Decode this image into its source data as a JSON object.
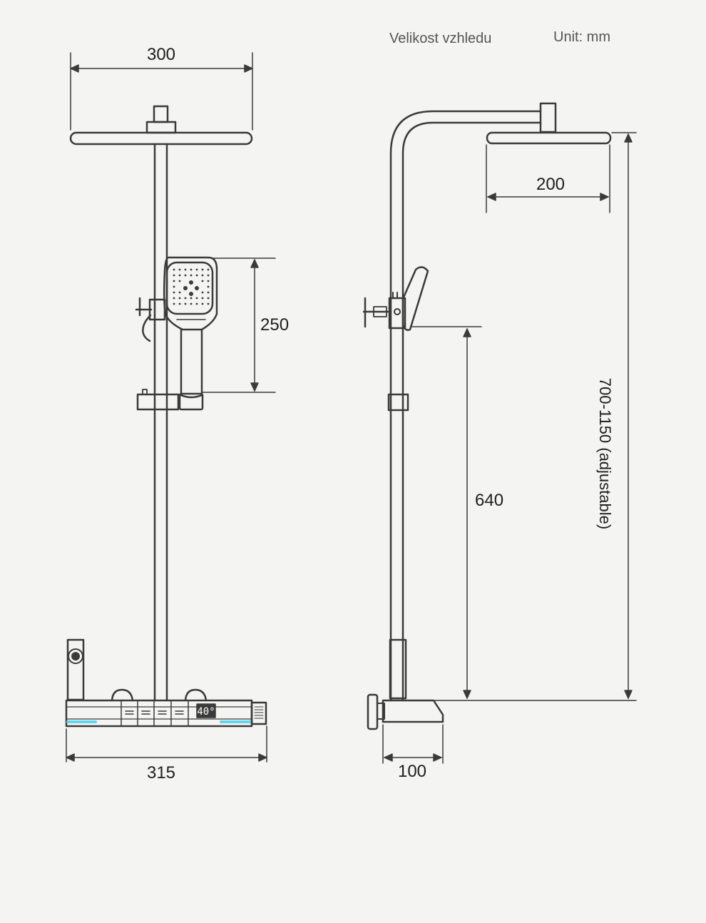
{
  "header": {
    "title": "Velikost vzhledu",
    "unit": "Unit: mm"
  },
  "front_view": {
    "head_width": "300",
    "handset_height": "250",
    "panel_width": "315",
    "temperature_display": "40°"
  },
  "side_view": {
    "head_depth": "200",
    "slide_height": "640",
    "adjustable_height": "700-1150 (adjustable)",
    "panel_depth": "100"
  },
  "colors": {
    "line": "#3a3a3a",
    "accent": "#5fd6ee",
    "background": "#f4f4f3"
  }
}
